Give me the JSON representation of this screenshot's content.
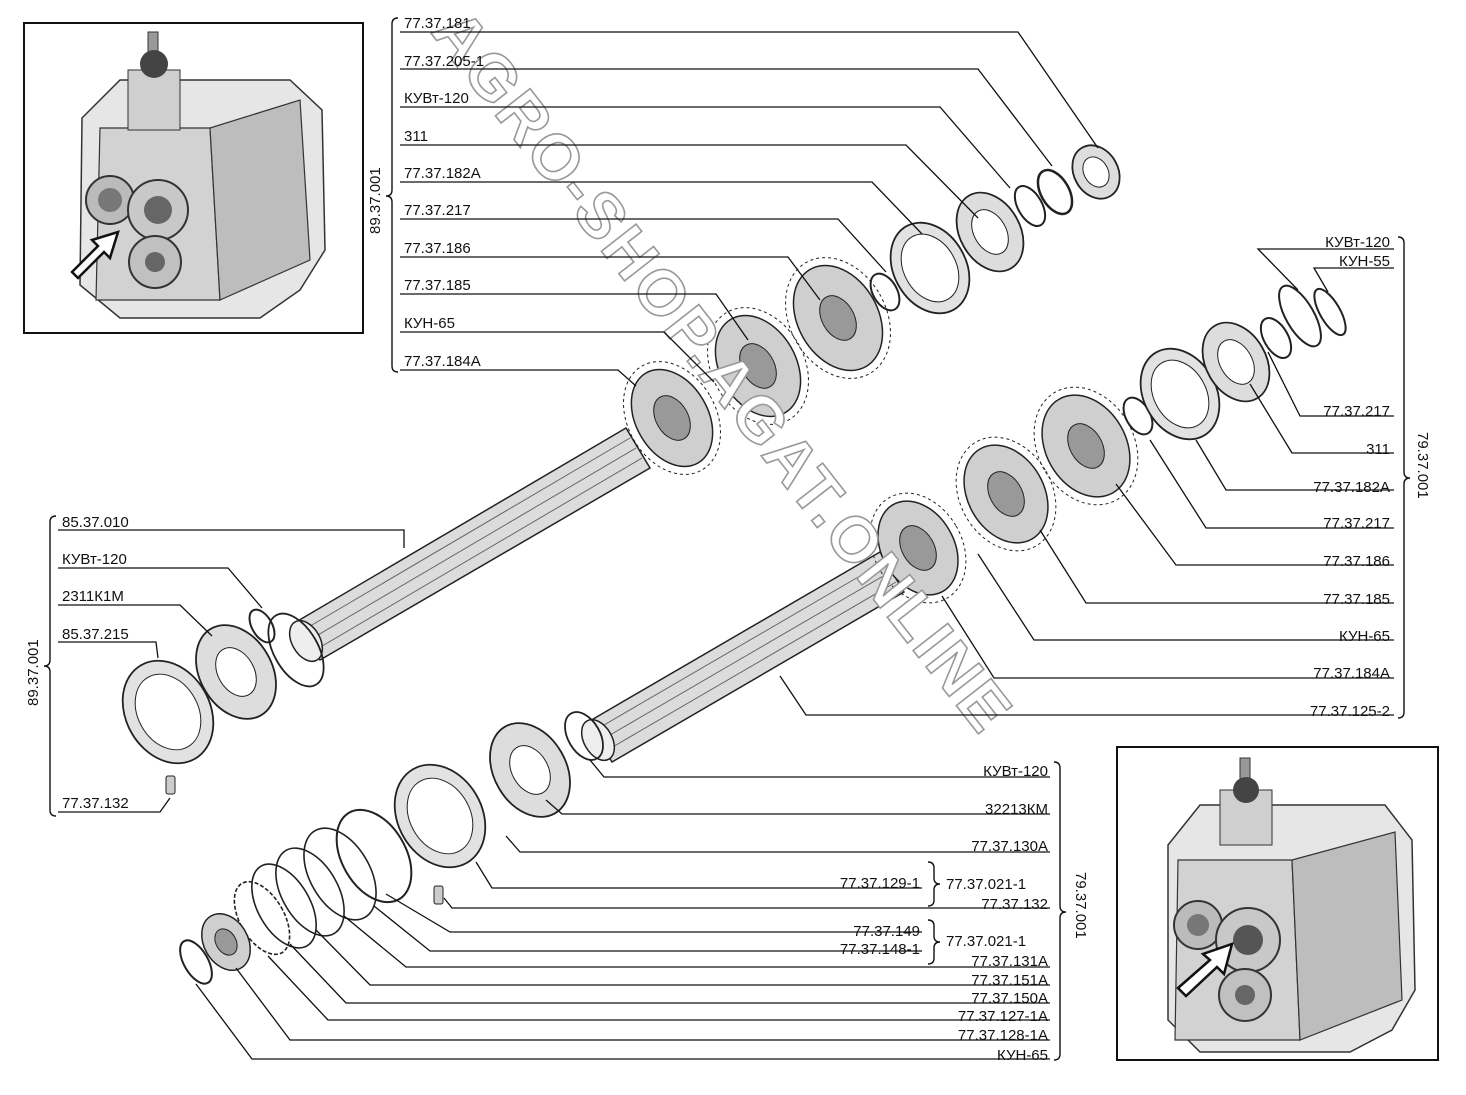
{
  "watermark": "AGRO-SHOP.AGAT.ONLINE",
  "groups": {
    "top_left_assembly": "89.37.001",
    "left_assembly": "89.37.001",
    "right_assembly": "79.37.001",
    "bottom_assembly": "79.37.001",
    "sub_1": "77.37.021-1",
    "sub_2": "77.37.021-1"
  },
  "labels_top": [
    "77.37.181",
    "77.37.205-1",
    "КУВт-120",
    "311",
    "77.37.182А",
    "77.37.217",
    "77.37.186",
    "77.37.185",
    "КУН-65",
    "77.37.184А"
  ],
  "labels_left": [
    "85.37.010",
    "КУВт-120",
    "2311К1М",
    "85.37.215",
    "77.37.132"
  ],
  "labels_right": [
    "КУВт-120",
    "КУН-55",
    "77.37.217",
    "311",
    "77.37.182А",
    "77.37.217",
    "77.37.186",
    "77.37.185",
    "КУН-65",
    "77.37.184А",
    "77.37.125-2"
  ],
  "labels_bottom": [
    "КУВт-120",
    "32213КМ",
    "77.37.130А",
    "77.37.129-1",
    "77.37.132",
    "77.37.149",
    "77.37.148-1",
    "77.37.131А",
    "77.37.151А",
    "77.37.150А",
    "77.37.127-1А",
    "77.37.128-1А",
    "КУН-65"
  ]
}
